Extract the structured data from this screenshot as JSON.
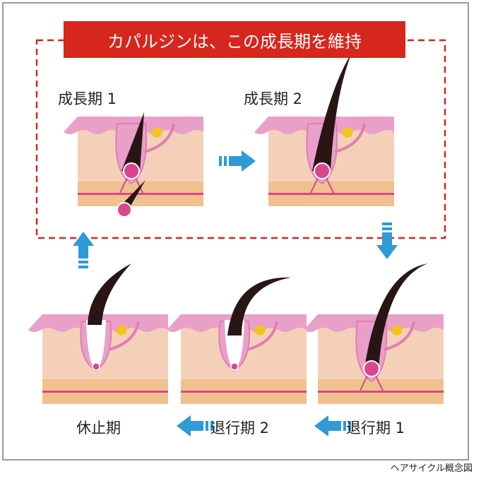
{
  "banner": "カパルジンは、この成長期を維持",
  "stages": {
    "growth1": "成長期 1",
    "growth2": "成長期 2",
    "regression1": "退行期 1",
    "regression2": "退行期 2",
    "rest": "休止期"
  },
  "caption": "ヘアサイクル概念図",
  "colors": {
    "banner": "#d7261d",
    "arrow": "#2e9ad6",
    "dermis": "#f5d0b8",
    "pinkLayer": "#e9a0c8",
    "fat": "#f0c18e",
    "line": "#d8468c",
    "bulb": "#d8468c",
    "hair": "#2a1515",
    "gland": "#f3c51b",
    "dash": "#d7261d"
  }
}
